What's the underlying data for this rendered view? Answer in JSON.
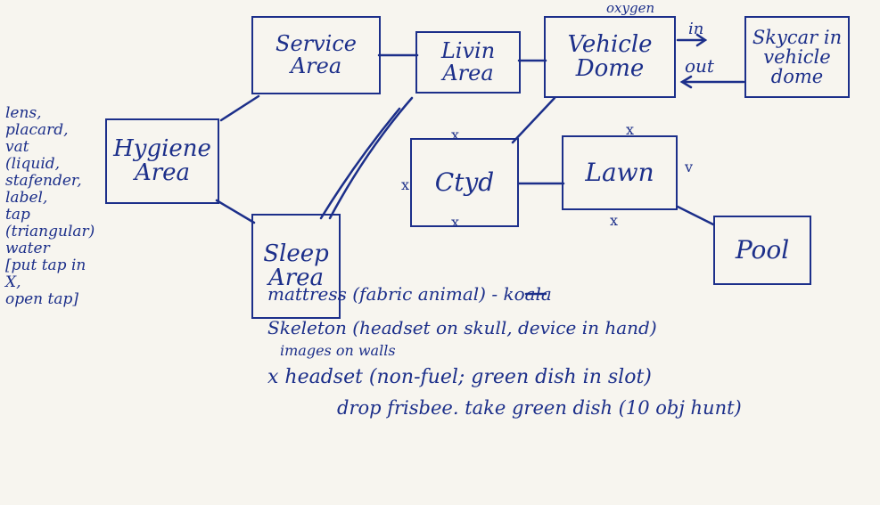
{
  "nodes": {
    "service": "Service\nArea",
    "living": "Livin\nArea",
    "vehicle": "Vehicle\nDome",
    "skycar": "Skycar in\nvehicle\ndome",
    "hygiene": "Hygiene\nArea",
    "ctyd": "Ctyd",
    "lawn": "Lawn",
    "pool": "Pool",
    "sleep": "Sleep\nArea"
  },
  "labels": {
    "oxygen": "oxygen",
    "in": "in",
    "out": "out"
  },
  "marks": {
    "x": "x",
    "check": "v"
  },
  "hygiene_notes": "lens,\nplacard,\nvat\n(liquid,\nstafender,\nlabel,\ntap\n(triangular)\nwater\n[put tap in X,\nopen tap]",
  "sleep_notes": [
    "mattress (fabric animal) - koala",
    "Skeleton (headset on skull, device in hand)",
    "images on walls",
    "x headset (non-fuel; green dish in slot)",
    "drop frisbee. take green dish (10 obj hunt)"
  ],
  "colors": {
    "ink": "#1c2f8a",
    "paper": "#f7f5ef"
  }
}
